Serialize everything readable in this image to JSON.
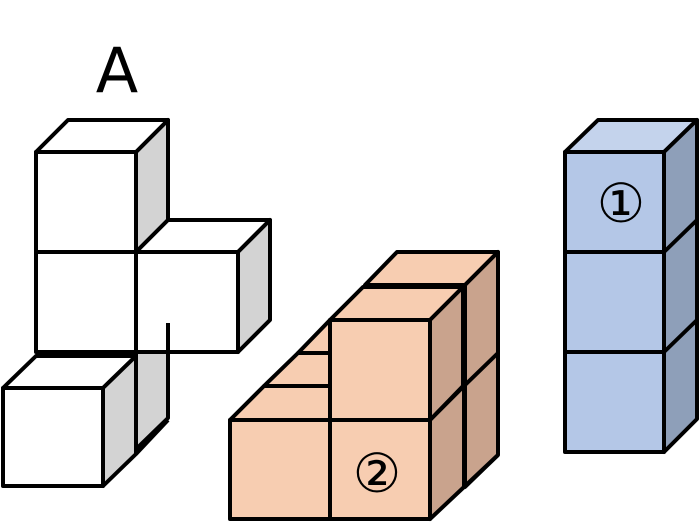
{
  "figure": {
    "label": "A",
    "piece_one_label": "①",
    "piece_two_label": "②"
  },
  "colors": {
    "outline": "#000000",
    "white_front": "#ffffff",
    "white_side": "#d3d3d3",
    "orange_front": "#f7cdb1",
    "orange_side": "#c9a38d",
    "blue_front": "#b4c7e7",
    "blue_top": "#c4d3ec",
    "blue_side": "#8e9fb9"
  }
}
